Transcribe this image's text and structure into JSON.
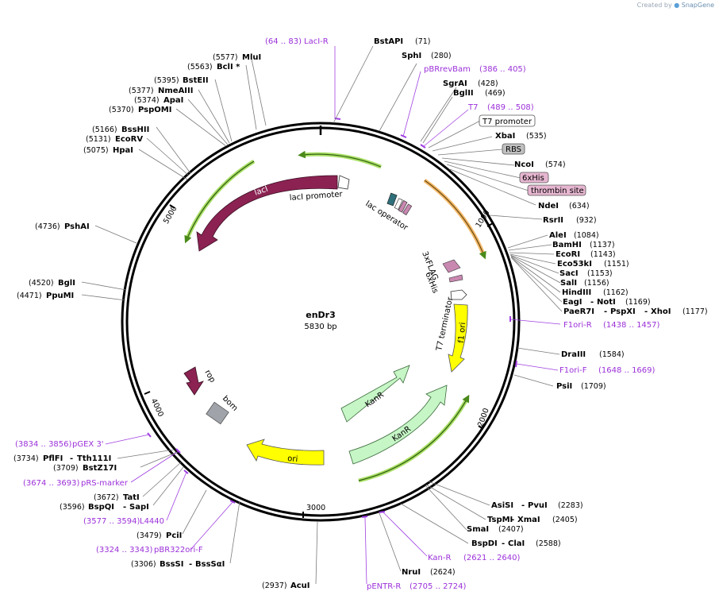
{
  "credit": {
    "prefix": "Created by",
    "brand": "SnapGene"
  },
  "plasmid": {
    "name": "enDr3",
    "size": "5830 bp"
  },
  "ticks": [
    "1000",
    "2000",
    "3000",
    "4000",
    "5000"
  ],
  "enzymes": {
    "bstapi": {
      "name": "BstAPI",
      "pos": "(71)"
    },
    "sphi": {
      "name": "SphI",
      "pos": "(280)"
    },
    "sgrai": {
      "name": "SgrAI",
      "pos": "(428)"
    },
    "bglii": {
      "name": "BglII",
      "pos": "(469)"
    },
    "xbai": {
      "name": "XbaI",
      "pos": "(535)"
    },
    "ncoi": {
      "name": "NcoI",
      "pos": "(574)"
    },
    "ndei": {
      "name": "NdeI",
      "pos": "(634)"
    },
    "rsrii": {
      "name": "RsrII",
      "pos": "(932)"
    },
    "alei": {
      "name": "AleI",
      "pos": "(1084)"
    },
    "bamhi": {
      "name": "BamHI",
      "pos": "(1137)"
    },
    "ecori": {
      "name": "EcoRI",
      "pos": "(1143)"
    },
    "eco53ki": {
      "name": "Eco53kI",
      "pos": "(1151)"
    },
    "saci": {
      "name": "SacI",
      "pos": "(1153)"
    },
    "sali": {
      "name": "SalI",
      "pos": "(1156)"
    },
    "hindiii": {
      "name": "HindIII",
      "pos": "(1162)"
    },
    "eagi": {
      "name": "EagI",
      "sep": "-",
      "name2": "NotI",
      "pos": "(1169)"
    },
    "paer7i": {
      "name": "PaeR7I",
      "sep": "-",
      "name2": "PspXI",
      "sep2": "-",
      "name3": "XhoI",
      "pos": "(1177)"
    },
    "draiii": {
      "name": "DraIII",
      "pos": "(1584)"
    },
    "psii": {
      "name": "PsiI",
      "pos": "(1709)"
    },
    "asisi": {
      "name": "AsiSI",
      "sep": "-",
      "name2": "PvuI",
      "pos": "(2283)"
    },
    "tspmi": {
      "name": "TspMI",
      "sep": "-",
      "name2": "XmaI",
      "pos": "(2405)"
    },
    "smai": {
      "name": "SmaI",
      "pos": "(2407)"
    },
    "bspdi": {
      "name": "BspDI",
      "sep": "-",
      "name2": "ClaI",
      "pos": "(2588)"
    },
    "nrui": {
      "name": "NruI",
      "pos": "(2624)"
    },
    "acui": {
      "name": "AcuI",
      "pos": "(2937)"
    },
    "bsssi": {
      "name": "BssSI",
      "sep": "-",
      "name2": "BssSαI",
      "pos": "(3306)"
    },
    "pcii": {
      "name": "PciI",
      "pos": "(3479)"
    },
    "bspqi": {
      "name": "BspQI",
      "sep": "-",
      "name2": "SapI",
      "pos": "(3596)"
    },
    "tati": {
      "name": "TatI",
      "pos": "(3672)"
    },
    "bstz17i": {
      "name": "BstZ17I",
      "pos": "(3709)"
    },
    "pflfi": {
      "name": "PflFI",
      "sep": "-",
      "name2": "Tth111I",
      "pos": "(3734)"
    },
    "ppumi": {
      "name": "PpuMI",
      "pos": "(4471)"
    },
    "bgli": {
      "name": "BglI",
      "pos": "(4520)"
    },
    "pshai": {
      "name": "PshAI",
      "pos": "(4736)"
    },
    "hpai": {
      "name": "HpaI",
      "pos": "(5075)"
    },
    "ecorv": {
      "name": "EcoRV",
      "pos": "(5131)"
    },
    "bsshii": {
      "name": "BssHII",
      "pos": "(5166)"
    },
    "pspomi": {
      "name": "PspOMI",
      "pos": "(5370)"
    },
    "apai": {
      "name": "ApaI",
      "pos": "(5374)"
    },
    "nmeaiii": {
      "name": "NmeAIII",
      "pos": "(5377)"
    },
    "bsteii": {
      "name": "BstEII",
      "pos": "(5395)"
    },
    "bcli": {
      "name": "BclI *",
      "pos": "(5563)"
    },
    "mlui": {
      "name": "MluI",
      "pos": "(5577)"
    }
  },
  "primers": {
    "laci_r": {
      "name": "LacI-R",
      "range": "(64 .. 83)"
    },
    "pbrrevbam": {
      "name": "pBRrevBam",
      "range": "(386 .. 405)"
    },
    "t7": {
      "name": "T7",
      "range": "(489 .. 508)"
    },
    "f1ori_r": {
      "name": "F1ori-R",
      "range": "(1438 .. 1457)"
    },
    "f1ori_f": {
      "name": "F1ori-F",
      "range": "(1648 .. 1669)"
    },
    "kan_r": {
      "name": "Kan-R",
      "range": "(2621 .. 2640)"
    },
    "pentr_r": {
      "name": "pENTR-R",
      "range": "(2705 .. 2724)"
    },
    "pbr322ori_f": {
      "name": "pBR322ori-F",
      "range": "(3324 .. 3343)"
    },
    "l4440": {
      "name": "L4440",
      "range": "(3577 .. 3594)"
    },
    "prs_marker": {
      "name": "pRS-marker",
      "range": "(3674 .. 3693)"
    },
    "pgex3": {
      "name": "pGEX 3'",
      "range": "(3834 .. 3856)"
    }
  },
  "boxed": {
    "t7_promoter": "T7 promoter",
    "rbs": "RBS",
    "his6": "6xHis",
    "thrombin": "thrombin site"
  },
  "features": {
    "laci": "lacI",
    "laci_promoter": "lacI promoter",
    "lac_operator": "lac operator",
    "flag3x": "3xFLAG",
    "his6_inner": "6xHis",
    "t7_terminator": "T7 terminator",
    "f1_ori": "f1 ori",
    "kanr1": "KanR",
    "kanr2": "KanR",
    "ori": "ori",
    "rop": "rop",
    "bom": "bom"
  },
  "colors": {
    "laci": "#8b2252",
    "kanr": "#c6f5c6",
    "ori": "#ffff00",
    "f1ori": "#ffff00",
    "rop": "#8b2252",
    "bom": "#a0a4aa",
    "orf_green": "#9ad94a",
    "orf_orange": "#f2b15a",
    "primer": "#9b30d9"
  }
}
